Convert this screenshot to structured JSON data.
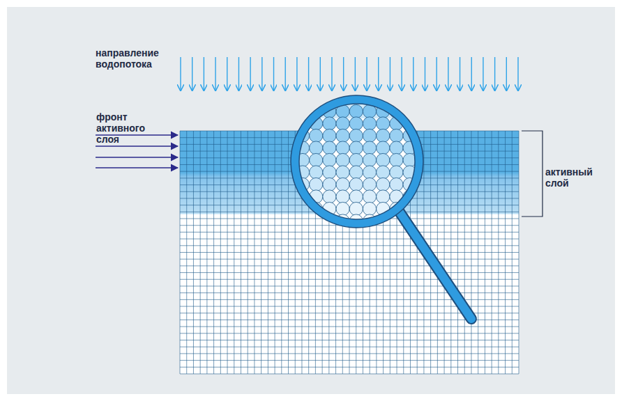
{
  "diagram": {
    "labels": [
      "направление водопотока",
      "фронт активного слоя",
      "активный слой"
    ]
  }
}
